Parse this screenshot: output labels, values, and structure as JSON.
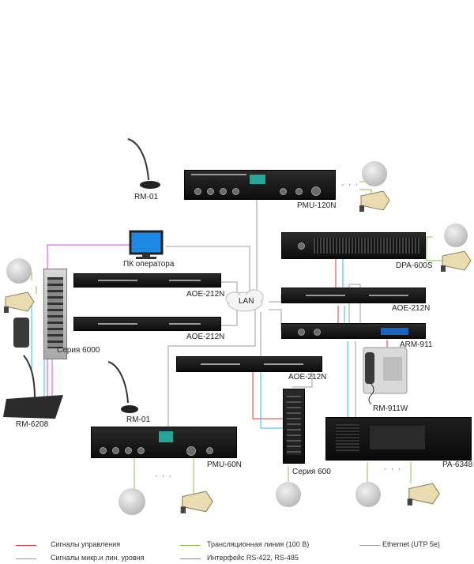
{
  "labels": {
    "rm01_top": "RM-01",
    "pmu120n": "PMU-120N",
    "pc": "ПК оператора",
    "dpa600s": "DPA-600S",
    "aoe_a": "AOE-212N",
    "aoe_b": "AOE-212N",
    "aoe_c": "AOE-212N",
    "aoe_d": "AOE-212N",
    "lan": "LAN",
    "arm911": "ARM-911",
    "series6000": "Серия 6000",
    "rm911w": "RM-911W",
    "rm6208": "RM-6208",
    "rm01_bottom": "RM-01",
    "pmu60n": "PMU-60N",
    "series600": "Серия 600",
    "pa6348": "PA-6348"
  },
  "legend": [
    {
      "text": "Сигналы управления",
      "color": "#e53935"
    },
    {
      "text": "Трансляционная линия (100 В)",
      "color": "#8bc34a"
    },
    {
      "text": "Ethernet (UTP 5e)",
      "color": "#9e9e9e"
    },
    {
      "text": "Сигналы микр.и лин. уровня",
      "color": "#26c6da"
    },
    {
      "text": "Интерфейс RS-422, RS-485",
      "color": "#e040fb"
    }
  ],
  "colors": {
    "control": "#e53935",
    "line100v": "#8bc34a",
    "ethernet": "#9e9e9e",
    "audio": "#26c6da",
    "rs485": "#e040fb"
  },
  "dots": "· · ·"
}
